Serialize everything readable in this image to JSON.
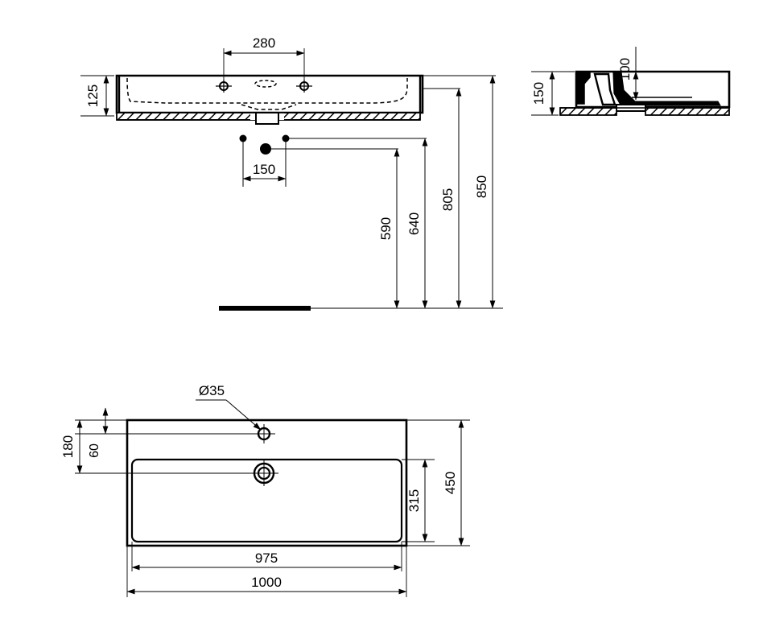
{
  "drawing": {
    "title": "Washbasin technical drawing",
    "units": "mm",
    "line_color": "#000000",
    "background_color": "#ffffff",
    "views": [
      {
        "name": "front-elevation",
        "label": ""
      },
      {
        "name": "side-section",
        "label": ""
      },
      {
        "name": "top-plan",
        "label": ""
      }
    ]
  },
  "front_view": {
    "dimensions": {
      "height_basin": "125",
      "tap_hole_spacing": "280",
      "drain_offset": "150",
      "waste_height": "590",
      "trap_height": "640",
      "rim_underside_height": "805",
      "overall_height": "850"
    }
  },
  "side_view": {
    "dimensions": {
      "overall_height": "150",
      "basin_depth": "100"
    }
  },
  "plan_view": {
    "dimensions": {
      "tap_hole_diameter": "Ø35",
      "back_edge_to_drain": "180",
      "back_edge_to_tap_hole": "60",
      "bowl_depth_inner": "315",
      "overall_depth": "450",
      "bowl_width_inner": "975",
      "overall_width": "1000"
    }
  }
}
